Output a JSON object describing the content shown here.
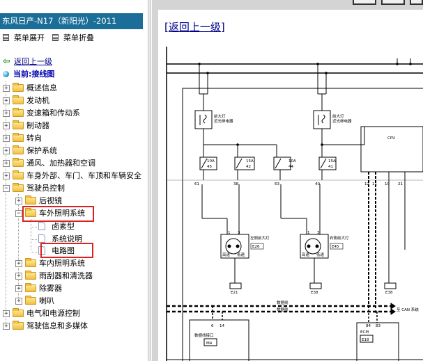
{
  "window": {
    "title": "东风日产-N17（新阳光）-2011"
  },
  "toolbar": {
    "expand_label": "菜单展开",
    "collapse_label": "菜单折叠"
  },
  "nav": {
    "back_label": "返回上一级",
    "current_label": "当前:接线图"
  },
  "tree": {
    "items": [
      {
        "label": "概述信息",
        "expander": "+"
      },
      {
        "label": "发动机",
        "expander": "+"
      },
      {
        "label": "变速箱和传动系",
        "expander": "+"
      },
      {
        "label": "制动器",
        "expander": "+"
      },
      {
        "label": "转向",
        "expander": "+"
      },
      {
        "label": "保护系统",
        "expander": "+"
      },
      {
        "label": "通风、加热器和空调",
        "expander": "+"
      },
      {
        "label": "车身外部、车门、车顶和车辆安全",
        "expander": "+"
      },
      {
        "label": "驾驶员控制",
        "expander": "−"
      },
      {
        "label": "后视镜",
        "expander": "+"
      },
      {
        "label": "车外照明系统",
        "expander": "−"
      },
      {
        "label": "卤素型"
      },
      {
        "label": "系统说明"
      },
      {
        "label": "电路图"
      },
      {
        "label": "车内照明系统",
        "expander": "+"
      },
      {
        "label": "雨刮器和清洗器",
        "expander": "+"
      },
      {
        "label": "除雾器",
        "expander": "+"
      },
      {
        "label": "喇叭",
        "expander": "+"
      },
      {
        "label": "电气和电源控制",
        "expander": "+"
      },
      {
        "label": "驾驶信息和多媒体",
        "expander": "+"
      }
    ]
  },
  "content": {
    "back_link_open": "[",
    "back_link": "返回上一级",
    "back_link_close": "]"
  },
  "diagram": {
    "relay_label_1": "前大灯",
    "relay_label_2": "近光继电器",
    "cpu": "CPU",
    "fuses": [
      {
        "amp": "10A",
        "num": "45",
        "pin": "61"
      },
      {
        "amp": "15A",
        "num": "42",
        "pin": "38"
      },
      {
        "amp": "10A",
        "num": "44",
        "pin": "63"
      },
      {
        "amp": "15A",
        "num": "41",
        "pin": "40"
      }
    ],
    "cpu_pins": [
      "12",
      "11",
      "10",
      "21"
    ],
    "left_lamp": "左侧前大灯",
    "left_lamp_code": "E26",
    "right_lamp": "右侧前大灯",
    "right_lamp_code": "E45",
    "high_beam": "高速",
    "low_beam": "低速",
    "pin_1": "1",
    "pin_3": "3",
    "ground_1": "E21",
    "ground_2": "E38",
    "ground_3": "E38",
    "data_line": "数据线",
    "can_label": "至 CAN 系统",
    "dlc_name": "数据线接口",
    "dlc_code": "M4",
    "dlc_pins": [
      "6",
      "14"
    ],
    "ecm_name": "ECM",
    "ecm_code": "E18",
    "ecm_pins": [
      "84",
      "83"
    ]
  },
  "colors": {
    "title_bar": "#1b6e98",
    "highlight_box": "#e02020",
    "link": "#00008b",
    "folder": "#f2c040"
  }
}
